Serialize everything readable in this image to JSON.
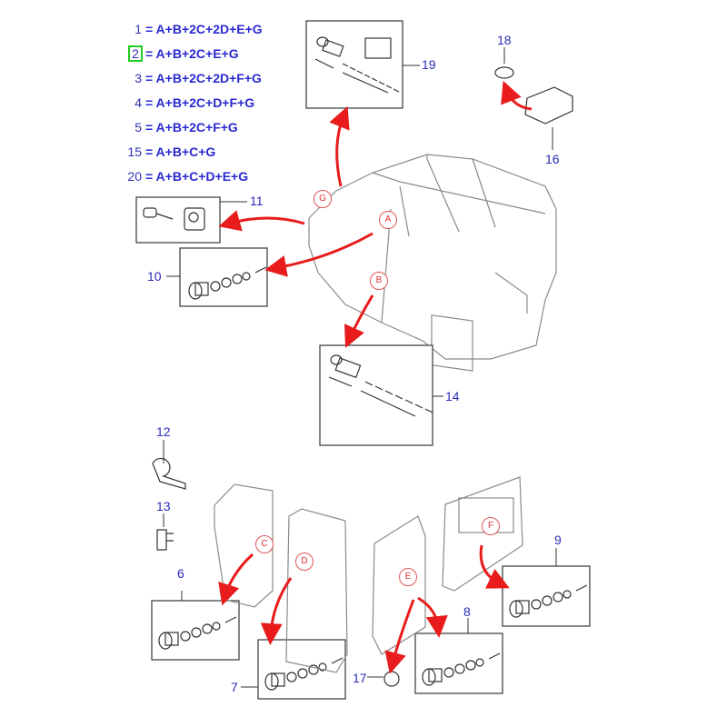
{
  "legend": [
    {
      "number": "1",
      "formula": "= A+B+2C+2D+E+G",
      "highlighted": false
    },
    {
      "number": "2",
      "formula": "= A+B+2C+E+G",
      "highlighted": true
    },
    {
      "number": "3",
      "formula": "= A+B+2C+2D+F+G",
      "highlighted": false
    },
    {
      "number": "4",
      "formula": "= A+B+2C+D+F+G",
      "highlighted": false
    },
    {
      "number": "5",
      "formula": "= A+B+2C+F+G",
      "highlighted": false
    },
    {
      "number": "15",
      "formula": "= A+B+C+G",
      "highlighted": false
    },
    {
      "number": "20",
      "formula": "= A+B+C+D+E+G",
      "highlighted": false
    }
  ],
  "callouts": {
    "c6": "6",
    "c7": "7",
    "c8": "8",
    "c9": "9",
    "c10": "10",
    "c11": "11",
    "c12": "12",
    "c13": "13",
    "c14": "14",
    "c16": "16",
    "c17": "17",
    "c18": "18",
    "c19": "19"
  },
  "markers": {
    "A": "A",
    "B": "B",
    "C": "C",
    "D": "D",
    "E": "E",
    "F": "F",
    "G": "G"
  },
  "colors": {
    "legend_text": "#2a2ad0",
    "highlight_box": "#22cc22",
    "arrow": "#e81c1c",
    "marker": "#e05555",
    "line_art": "#555555"
  }
}
